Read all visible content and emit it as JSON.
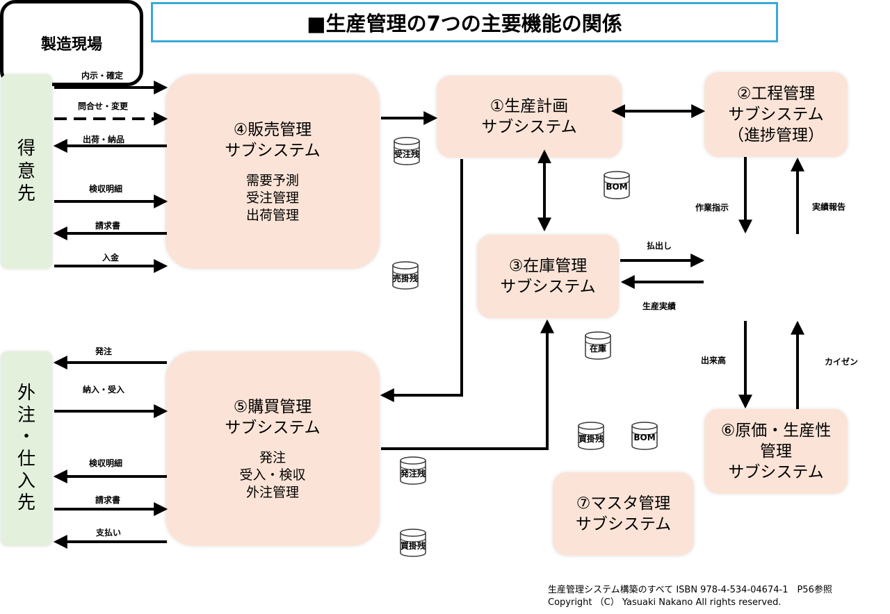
{
  "title": "■生産管理の7つの主要機能の関係",
  "parties": {
    "customer": "得\n意\n先",
    "supplier": "外\n注\n・\n仕\n入\n先"
  },
  "subsystems": {
    "planning": {
      "name": "①生産計画\nサブシステム"
    },
    "process": {
      "name": "②工程管理\nサブシステム\n（進捗管理）"
    },
    "inventory": {
      "name": "③在庫管理\nサブシステム"
    },
    "sales": {
      "name": "④販売管理\nサブシステム",
      "functions": "需要予測\n受注管理\n出荷管理"
    },
    "purchasing": {
      "name": "⑤購買管理\nサブシステム",
      "functions": "発注\n受入・検収\n外注管理"
    },
    "cost": {
      "name": "⑥原価・生産性\n管理\nサブシステム"
    },
    "master": {
      "name": "⑦マスタ管理\nサブシステム"
    }
  },
  "factory": "製造現場",
  "flows": {
    "customer": [
      "内示・確定",
      "問合せ・変更",
      "出荷・納品",
      "検収明細",
      "請求書",
      "入金"
    ],
    "supplier": [
      "発注",
      "納入・受入",
      "検収明細",
      "請求書",
      "支払い"
    ],
    "work_order": "作業指示",
    "result_report": "実績報告",
    "issue": "払出し",
    "production_result": "生産実績",
    "output": "出来高",
    "kaizen": "カイゼン"
  },
  "databases": {
    "order_backlog": "受注残",
    "receivable": "売掛残",
    "bom1": "BOM",
    "stock": "在庫",
    "payable1": "買掛残",
    "bom2": "BOM",
    "po_backlog": "発注残",
    "payable2": "買掛残"
  },
  "footer": {
    "line1": "生産管理システム構築のすべて ISBN 978-4-534-04674-1　P56参照",
    "line2": "Copyright （C） Yasuaki Nakano All rights reserved."
  }
}
